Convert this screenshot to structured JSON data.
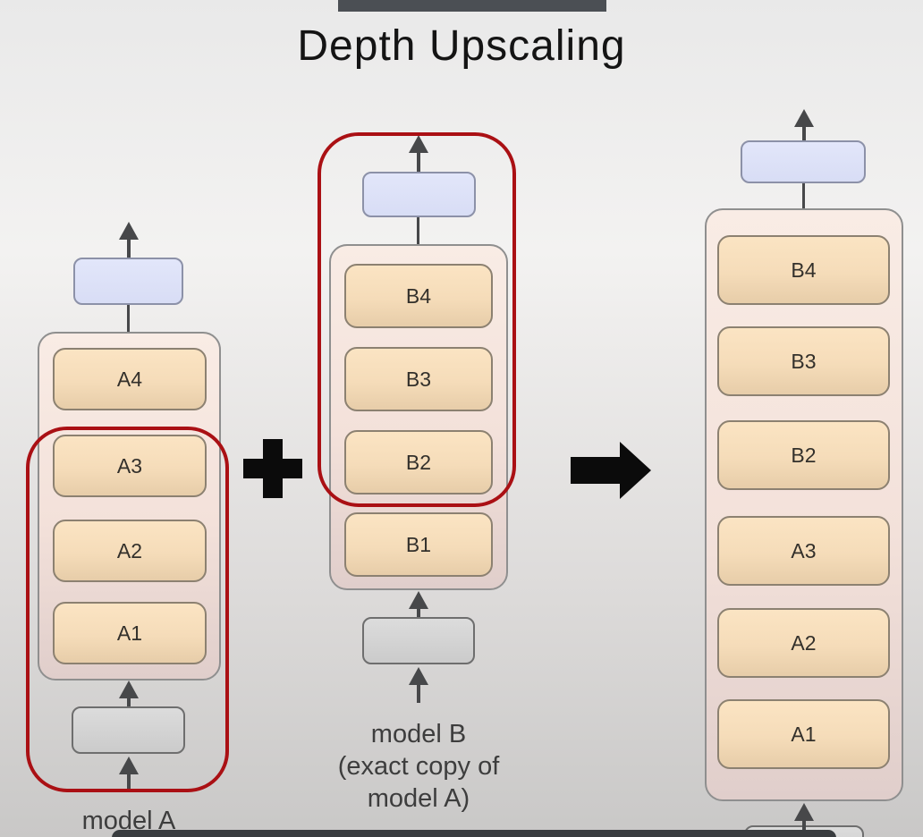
{
  "title": "Depth Upscaling",
  "stacks": {
    "model_a": {
      "name": "model A",
      "blocks": [
        "A4",
        "A3",
        "A2",
        "A1"
      ]
    },
    "model_b": {
      "name_line1": "model B",
      "name_line2": "(exact copy of",
      "name_line3": "model A)",
      "blocks": [
        "B4",
        "B3",
        "B2",
        "B1"
      ]
    },
    "result": {
      "blocks": [
        "B4",
        "B3",
        "B2",
        "A3",
        "A2",
        "A1"
      ]
    }
  },
  "operators": {
    "plus_icon": "+",
    "merge_arrow_icon": "→",
    "up_arrow_icon": "↑"
  },
  "colors": {
    "highlight_red": "#aa1014",
    "layer_block_fill": "#f8e0bd",
    "stack_container_fill": "#f5e7e1",
    "output_head_fill": "#dde2f8",
    "input_embedding_fill": "#d5d5d5",
    "arrow_dark": "#47484a",
    "bar_dark": "#3b3e41",
    "background_top": "#e9e9e9",
    "background_bottom": "#c9c8c7"
  }
}
